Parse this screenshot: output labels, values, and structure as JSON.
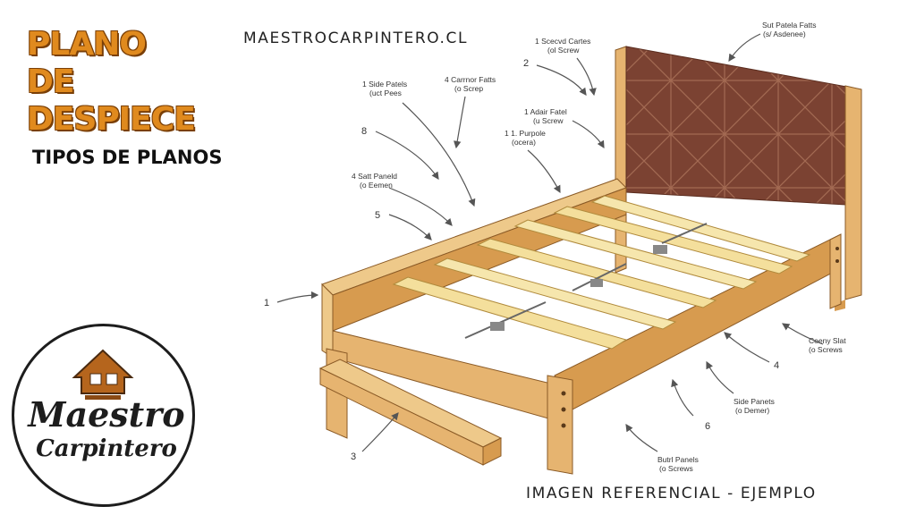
{
  "title": {
    "line1": "PLANO",
    "line2": "DE",
    "line3": "DESPIECE"
  },
  "subtitle": "TIPOS DE PLANOS",
  "website": "MAESTROCARPINTERO.CL",
  "footer": "IMAGEN REFERENCIAL - EJEMPLO",
  "logo": {
    "word1": "Maestro",
    "word2": "Carpintero"
  },
  "callouts": {
    "c1": {
      "line1": "1 Scecvd Cartes",
      "line2": "(ol Screw"
    },
    "c2": {
      "line1": "Sut Patela Fatts",
      "line2": "(s/ Asdenee)"
    },
    "c3": {
      "line1": "1 Side Patels",
      "line2": "(uct Pees"
    },
    "c4": {
      "line1": "4 Carrnor Fatts",
      "line2": "(o Screp"
    },
    "c5": {
      "line1": "1 Adair Fatel",
      "line2": "(u Screw"
    },
    "c6": {
      "line1": "1 1. Purpole",
      "line2": "(ocera)"
    },
    "c7": {
      "line1": "4 Satt Paneld",
      "line2": "(o Eemen"
    },
    "c8": {
      "line1": "Ceeny Slat",
      "line2": "(o Screws"
    },
    "c9": {
      "line1": "Side Panets",
      "line2": "(o Demer)"
    },
    "c10": {
      "line1": "Butrl Panels",
      "line2": "(o Screws"
    }
  },
  "numbers": {
    "n2": "2",
    "n8": "8",
    "n5": "5",
    "n1": "1",
    "n3": "3",
    "n4": "4",
    "n6": "6"
  },
  "colors": {
    "title_orange": "#e08a1e",
    "wood_light": "#eec98a",
    "wood_mid": "#d79b4f",
    "headboard": "#7a4030"
  }
}
